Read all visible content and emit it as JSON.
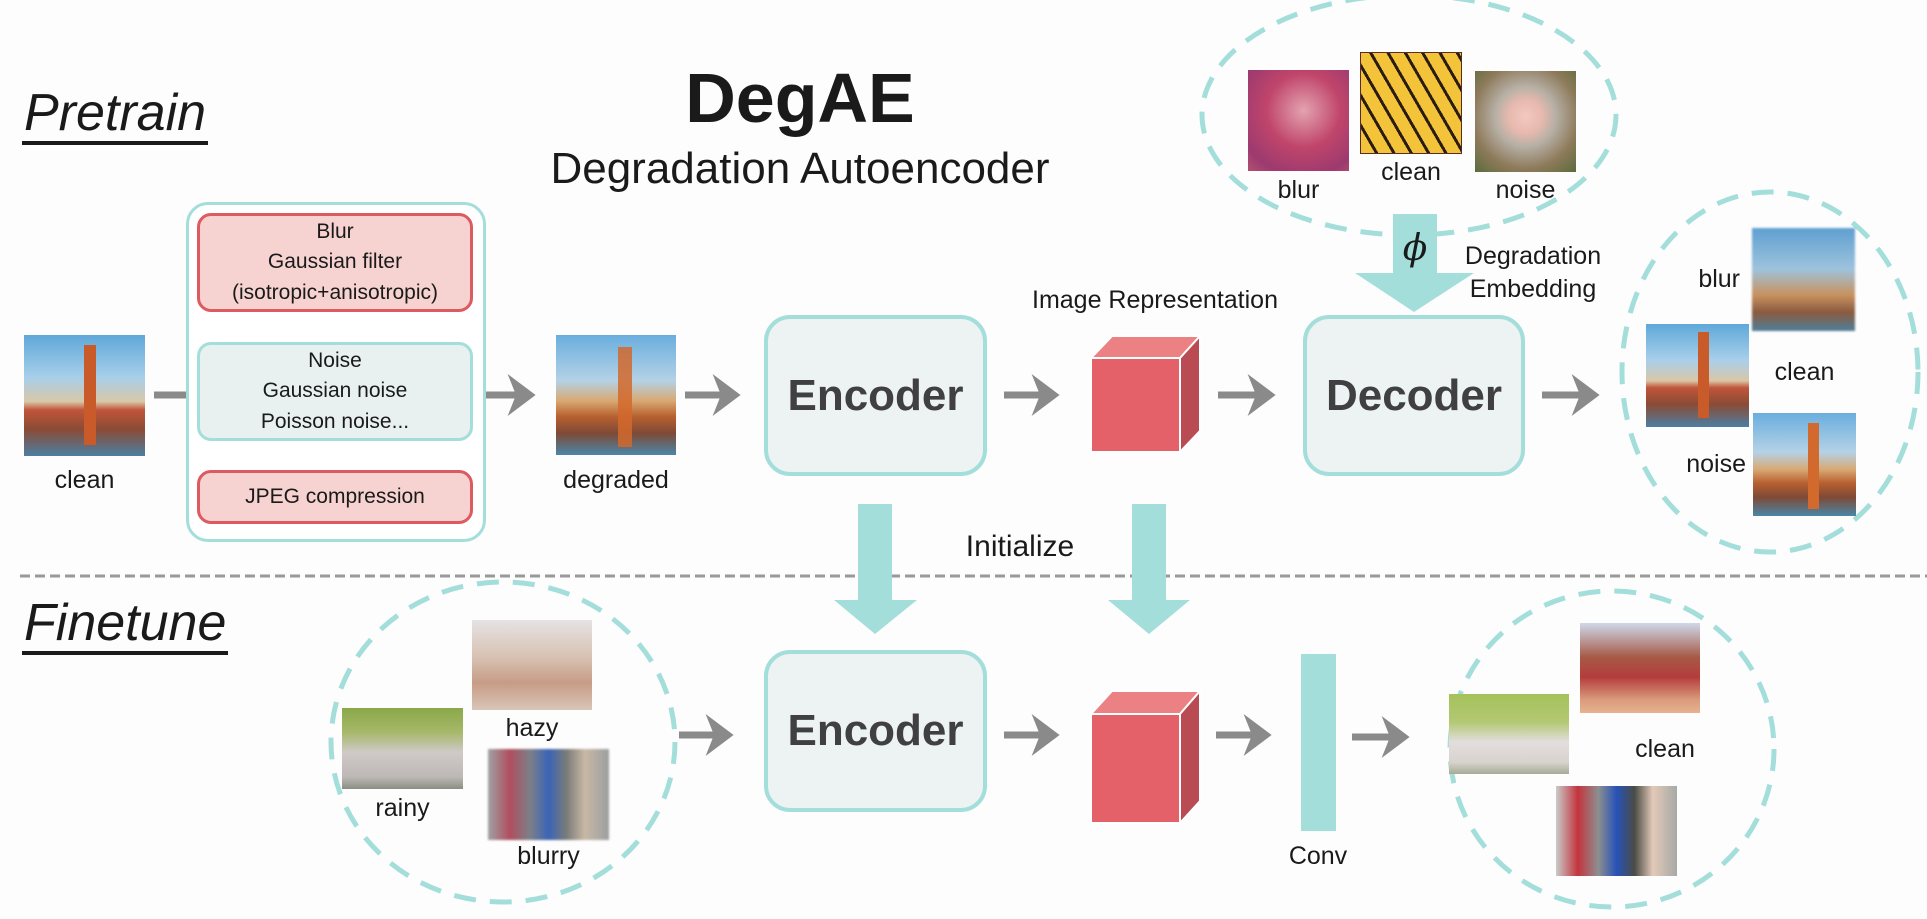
{
  "title": "DegAE",
  "subtitle": "Degradation Autoencoder",
  "sections": {
    "pretrain": "Pretrain",
    "finetune": "Finetune"
  },
  "pretrain": {
    "input_label": "clean",
    "degradation_pipeline": [
      {
        "lines": [
          "Blur",
          "Gaussian filter",
          "(isotropic+anisotropic)"
        ],
        "kind": "blur"
      },
      {
        "lines": [
          "Noise",
          "Gaussian noise",
          "Poisson noise..."
        ],
        "kind": "noise"
      },
      {
        "lines": [
          "JPEG compression"
        ],
        "kind": "jpeg"
      }
    ],
    "degraded_label": "degraded",
    "encoder_label": "Encoder",
    "representation_label": "Image Representation",
    "decoder_label": "Decoder",
    "embedding_symbol": "ϕ",
    "embedding_label_line1": "Degradation",
    "embedding_label_line2": "Embedding",
    "embedding_examples": [
      {
        "label": "blur",
        "image": "pink-blur-texture"
      },
      {
        "label": "clean",
        "image": "butterfly-wing"
      },
      {
        "label": "noise",
        "image": "noisy-portrait"
      }
    ],
    "outputs": [
      {
        "label": "blur",
        "image": "golden-gate-blurred"
      },
      {
        "label": "clean",
        "image": "golden-gate-clean"
      },
      {
        "label": "noise",
        "image": "golden-gate-noisy"
      }
    ]
  },
  "initialize_label": "Initialize",
  "finetune": {
    "inputs": [
      {
        "label": "hazy",
        "image": "hazy-station"
      },
      {
        "label": "rainy",
        "image": "rainy-polar-bears"
      },
      {
        "label": "blurry",
        "image": "blurry-pedestrians"
      }
    ],
    "encoder_label": "Encoder",
    "conv_label": "Conv",
    "output_label": "clean",
    "outputs": [
      {
        "image": "clean-station"
      },
      {
        "image": "clean-polar-bears"
      },
      {
        "image": "clean-pedestrians"
      }
    ]
  },
  "colors": {
    "teal": "#a3dedb",
    "cube_front": "#e5616a",
    "cube_top": "#ec8184",
    "cube_side": "#b94c52",
    "arrow_gray": "#8a8a8a",
    "degradation_red": "#dd5a61",
    "degradation_fill": "#f6d3d1"
  }
}
